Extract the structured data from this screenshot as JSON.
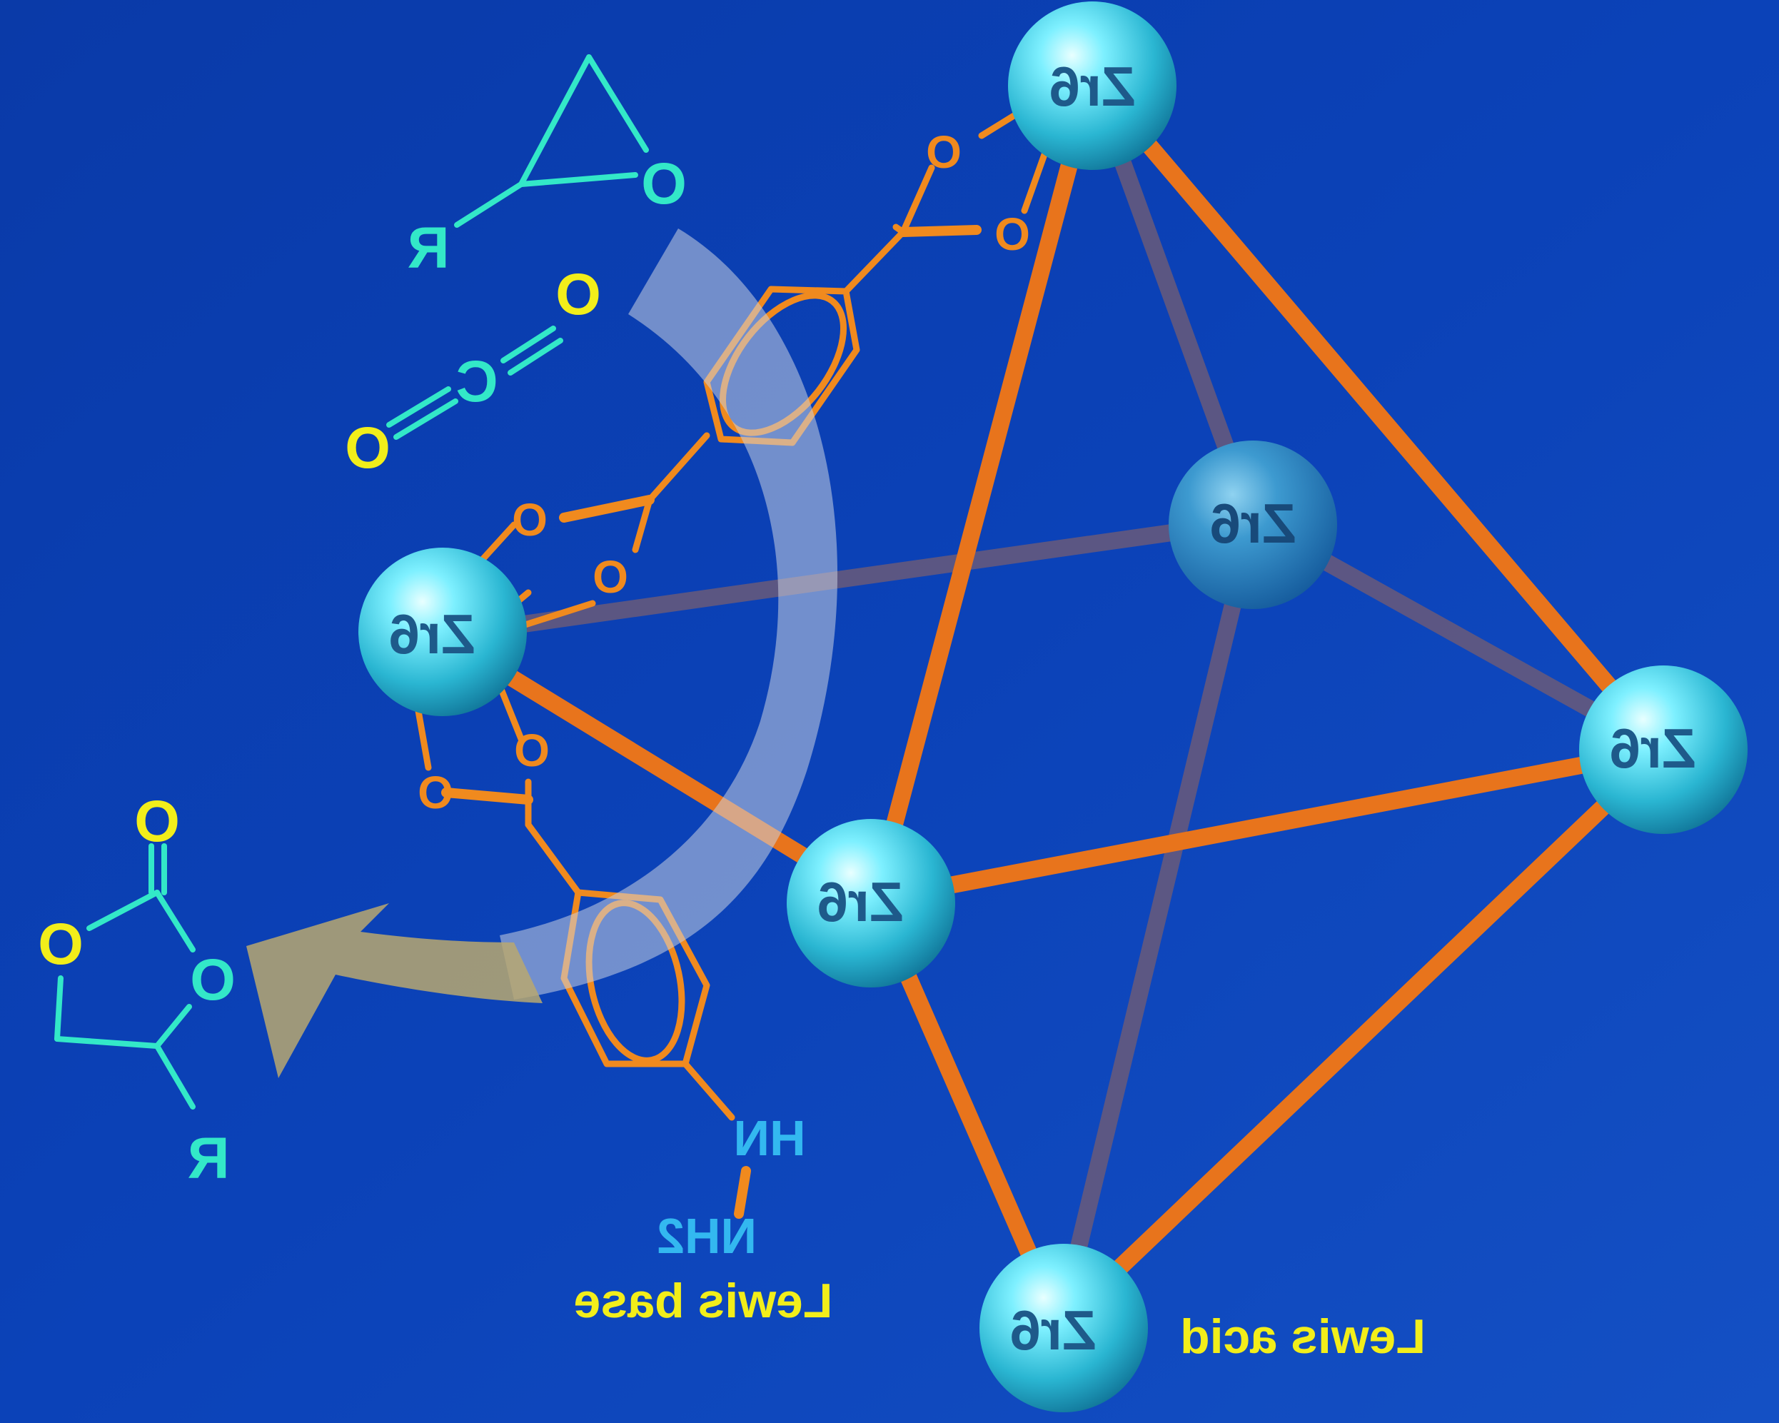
{
  "colors": {
    "background": "#0a3fb0",
    "background_light": "#1a55c8",
    "edge_front": "#e8741c",
    "edge_back": "#6a5a7a",
    "linker": "#f08a1e",
    "node": "#3ad4e8",
    "cyan_text": "#33e8c8",
    "yellow_text": "#f2ee1a",
    "arrow_light": "#c8d0e0",
    "arrow_tan": "#b8a870"
  },
  "nodes": [
    {
      "id": "zr-top",
      "label": "Zr6"
    },
    {
      "id": "zr-back",
      "label": "Zr6"
    },
    {
      "id": "zr-left",
      "label": "Zr6"
    },
    {
      "id": "zr-front",
      "label": "Zr6"
    },
    {
      "id": "zr-right",
      "label": "Zr6"
    },
    {
      "id": "zr-bottom",
      "label": "Zr6"
    }
  ],
  "epoxide": {
    "atom": "O",
    "substituent": "R"
  },
  "co2": {
    "o1": "O",
    "c": "C",
    "o2": "O"
  },
  "carbonate": {
    "carbonyl_o": "O",
    "ring_o_left": "O",
    "ring_o_right": "O",
    "substituent": "R"
  },
  "linker_upper": {
    "o1": "O",
    "o2": "O",
    "o3": "O",
    "o4": "O"
  },
  "linker_lower": {
    "o1": "O",
    "o2": "O",
    "amine_nh": "HN",
    "amine_nh2": "NH2"
  },
  "labels": {
    "lewis_base": "Lewis base",
    "lewis_acid": "Lewis acid"
  }
}
